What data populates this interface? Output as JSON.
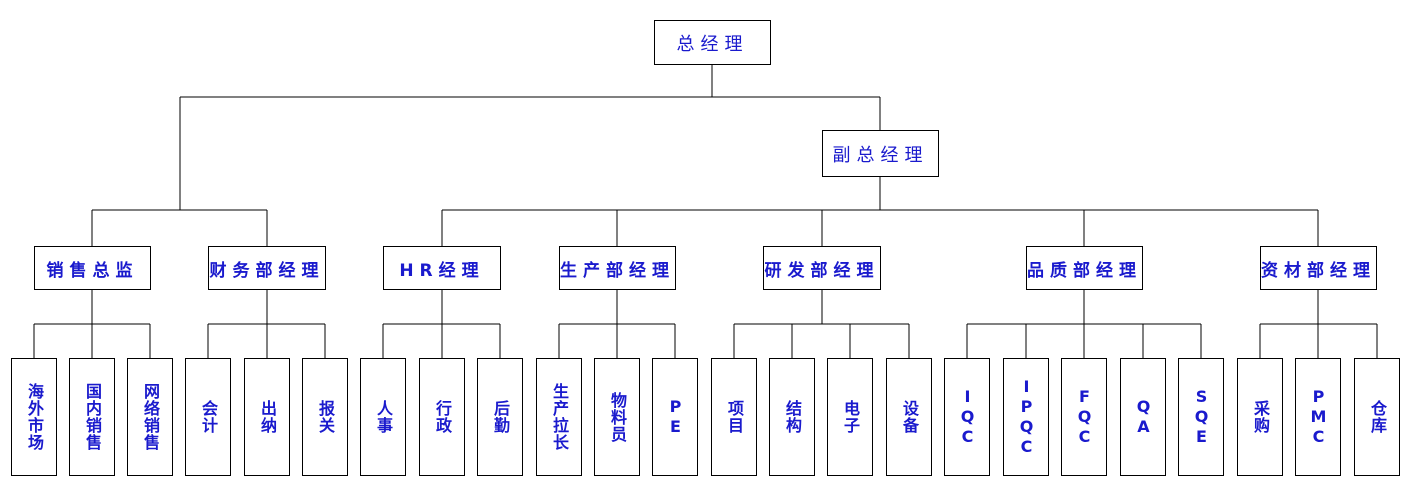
{
  "ceo": "总经理",
  "vp": "副总经理",
  "departments": {
    "sales": "销售总监",
    "finance": "财务部经理",
    "hr": "HR经理",
    "production": "生产部经理",
    "rnd": "研发部经理",
    "quality": "品质部经理",
    "materials": "资材部经理"
  },
  "sections": {
    "sales": [
      "海外市场",
      "国内销售",
      "网络销售"
    ],
    "finance": [
      "会计",
      "出纳",
      "报关"
    ],
    "hr": [
      "人事",
      "行政",
      "后勤"
    ],
    "production": [
      "生产拉长",
      "物料员",
      "PE"
    ],
    "rnd": [
      "项目",
      "结构",
      "电子",
      "设备"
    ],
    "quality": [
      "IQC",
      "IPQC",
      "FQC",
      "QA",
      "SQE"
    ],
    "materials": [
      "采购",
      "PMC",
      "仓库"
    ]
  },
  "colors": {
    "text": "#1a1acd",
    "line": "#000000"
  }
}
